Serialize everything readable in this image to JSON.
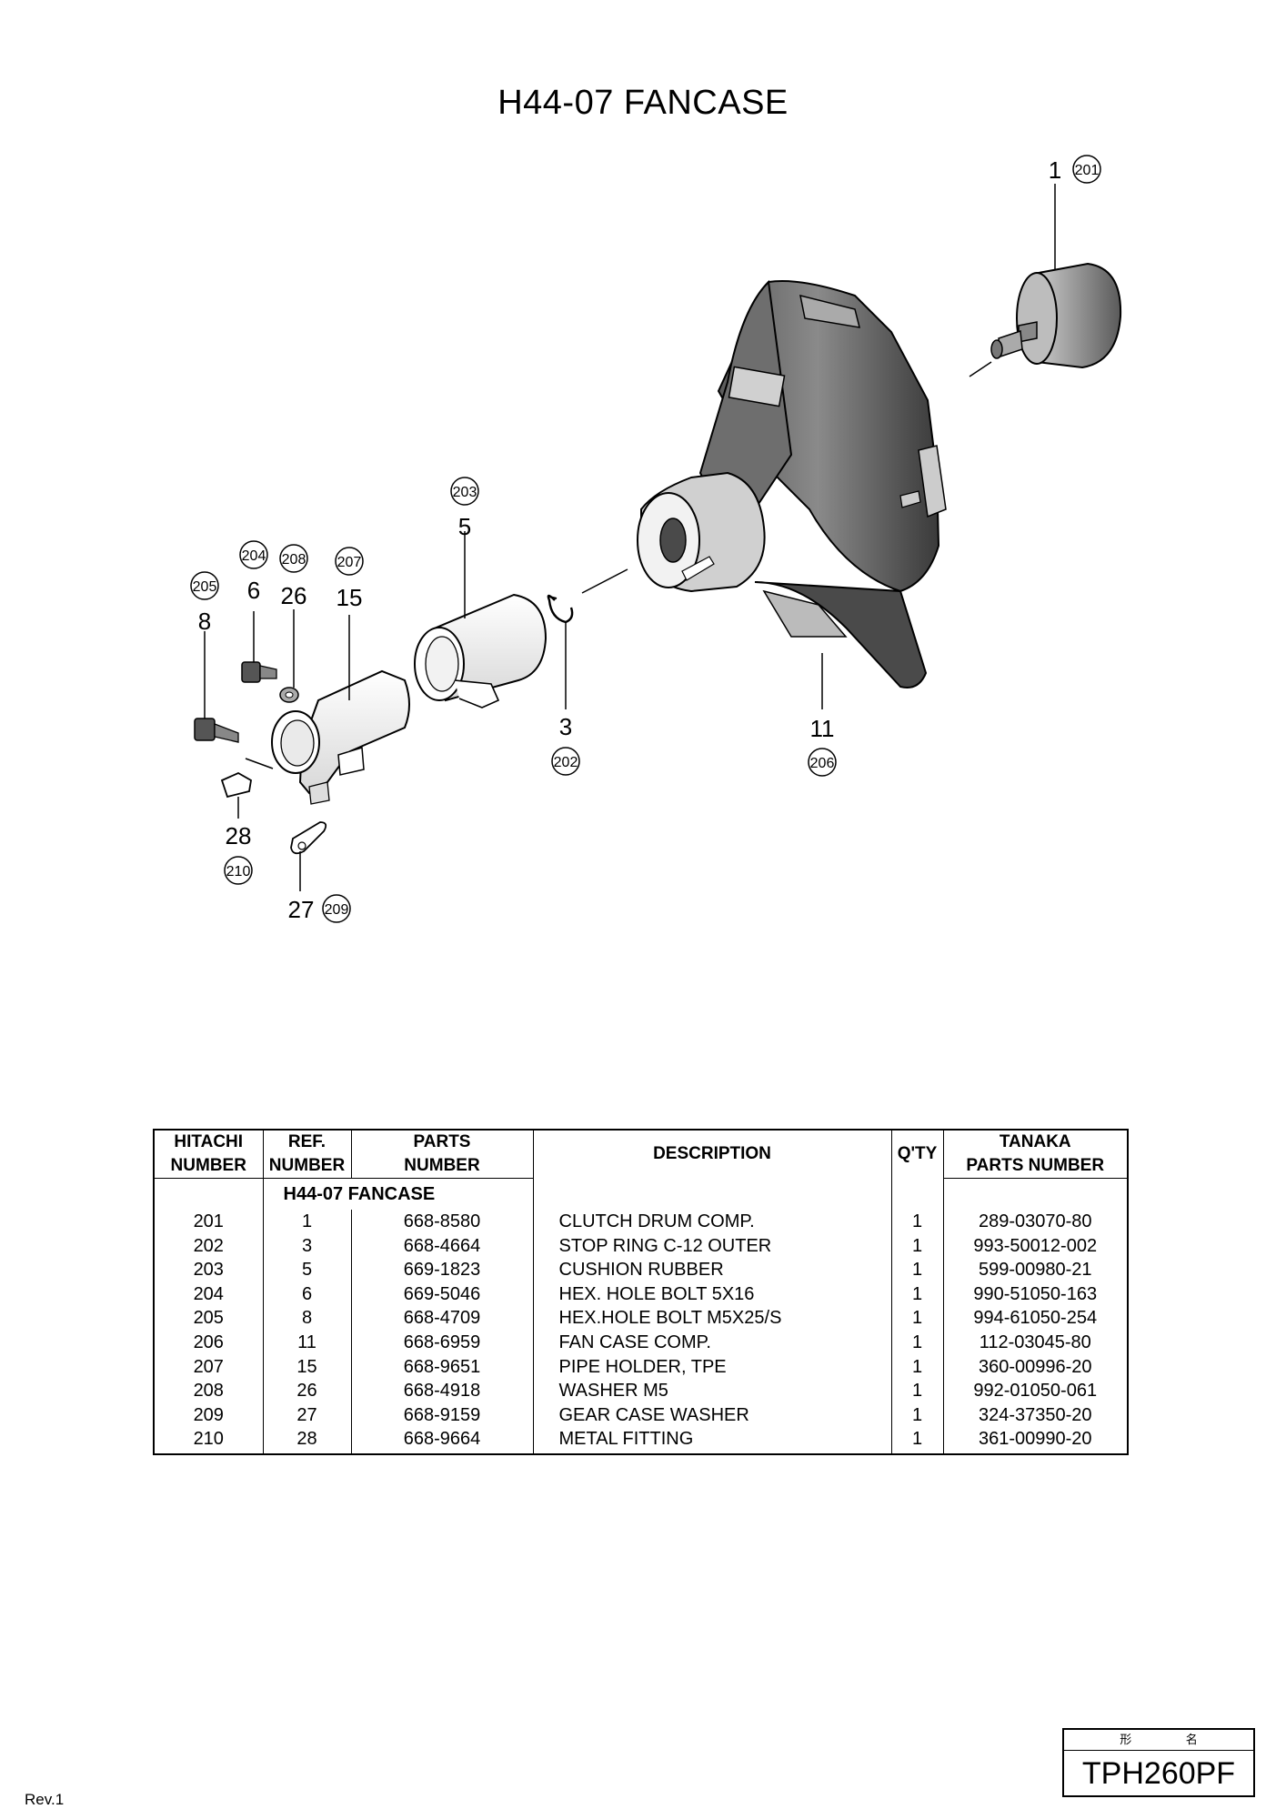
{
  "title": "H44-07 FANCASE",
  "callouts": {
    "c201": {
      "ref": "1",
      "part": "201"
    },
    "c203": {
      "ref": "5",
      "part": "203"
    },
    "c204": {
      "ref": "6",
      "part": "204"
    },
    "c208": {
      "ref": "26",
      "part": "208"
    },
    "c207": {
      "ref": "15",
      "part": "207"
    },
    "c205": {
      "ref": "8",
      "part": "205"
    },
    "c202": {
      "ref": "3",
      "part": "202"
    },
    "c206": {
      "ref": "11",
      "part": "206"
    },
    "c210": {
      "ref": "28",
      "part": "210"
    },
    "c209": {
      "ref": "27",
      "part": "209"
    }
  },
  "table": {
    "headers": {
      "hitachi": [
        "HITACHI",
        "NUMBER"
      ],
      "ref": [
        "REF.",
        "NUMBER"
      ],
      "parts": [
        "PARTS",
        "NUMBER"
      ],
      "description": "DESCRIPTION",
      "qty": "Q'TY",
      "tanaka": [
        "TANAKA",
        "PARTS NUMBER"
      ]
    },
    "section_title": "H44-07  FANCASE",
    "rows": [
      {
        "hitachi": "201",
        "ref": "1",
        "parts": "668-8580",
        "description": "CLUTCH DRUM COMP.",
        "qty": "1",
        "tanaka": "289-03070-80"
      },
      {
        "hitachi": "202",
        "ref": "3",
        "parts": "668-4664",
        "description": "STOP RING C-12 OUTER",
        "qty": "1",
        "tanaka": "993-50012-002"
      },
      {
        "hitachi": "203",
        "ref": "5",
        "parts": "669-1823",
        "description": "CUSHION RUBBER",
        "qty": "1",
        "tanaka": "599-00980-21"
      },
      {
        "hitachi": "204",
        "ref": "6",
        "parts": "669-5046",
        "description": "HEX. HOLE BOLT 5X16",
        "qty": "1",
        "tanaka": "990-51050-163"
      },
      {
        "hitachi": "205",
        "ref": "8",
        "parts": "668-4709",
        "description": "HEX.HOLE BOLT M5X25/S",
        "qty": "1",
        "tanaka": "994-61050-254"
      },
      {
        "hitachi": "206",
        "ref": "11",
        "parts": "668-6959",
        "description": "FAN CASE COMP.",
        "qty": "1",
        "tanaka": "112-03045-80"
      },
      {
        "hitachi": "207",
        "ref": "15",
        "parts": "668-9651",
        "description": "PIPE HOLDER, TPE",
        "qty": "1",
        "tanaka": "360-00996-20"
      },
      {
        "hitachi": "208",
        "ref": "26",
        "parts": "668-4918",
        "description": "WASHER M5",
        "qty": "1",
        "tanaka": "992-01050-061"
      },
      {
        "hitachi": "209",
        "ref": "27",
        "parts": "668-9159",
        "description": "GEAR CASE WASHER",
        "qty": "1",
        "tanaka": "324-37350-20"
      },
      {
        "hitachi": "210",
        "ref": "28",
        "parts": "668-9664",
        "description": "METAL FITTING",
        "qty": "1",
        "tanaka": "361-00990-20"
      }
    ]
  },
  "footer": {
    "revision": "Rev.1",
    "model_caption": "形 名",
    "model": "TPH260PF"
  }
}
